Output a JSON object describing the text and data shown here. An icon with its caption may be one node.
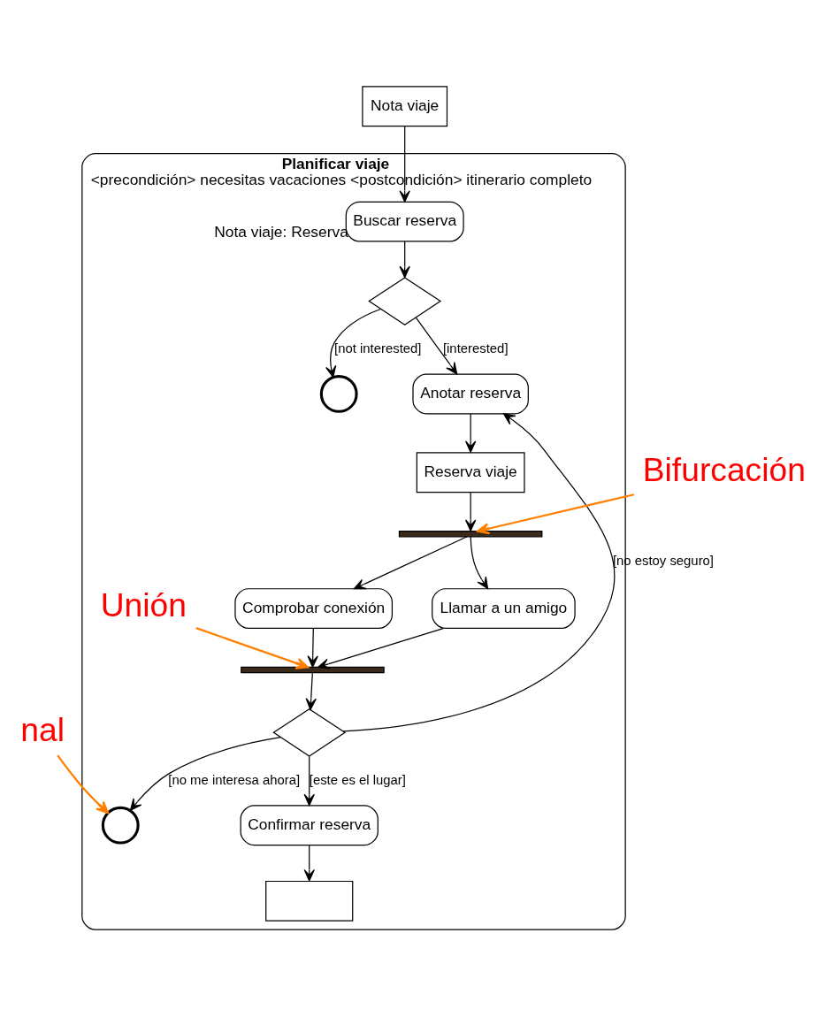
{
  "diagram": {
    "nodes": [
      {
        "text": [
          "Planificar viaje",
          "<precondición> necesitas vacaciones <postcondición> itinerario completo"
        ]
      },
      {
        "text": [
          "Nota viaje"
        ]
      },
      {
        "text": [
          "Buscar reserva"
        ],
        "in": 0,
        "beside": [
          "Nota viaje: Reserva"
        ]
      },
      {
        "text": [],
        "shape": "diamond",
        "in": 0
      },
      {
        "text": [],
        "shape": "circle",
        "in": 0
      },
      {
        "text": [
          "Anotar reserva"
        ],
        "in": 0
      },
      {
        "text": [
          "Reserva viaje"
        ],
        "in": 0
      },
      {
        "text": [],
        "shape": "bar",
        "in": 0
      },
      {
        "text": [
          "Comprobar conexión"
        ],
        "in": 0
      },
      {
        "text": [
          "Llamar a un amigo"
        ],
        "in": 0
      },
      {
        "text": [],
        "shape": "bar",
        "in": 0
      },
      {
        "text": [],
        "shape": "diamond",
        "in": 0
      },
      {
        "text": [],
        "shape": "circle",
        "in": 0
      },
      {
        "text": [
          "Confirmar reserva"
        ],
        "in": 0
      },
      {
        "text": [],
        "shape": "box",
        "in": 0
      },
      {
        "text": [
          "Bifurcación"
        ]
      },
      {
        "text": [
          "Unión"
        ],
        "in": 0
      },
      {
        "text": [
          "nal"
        ]
      }
    ],
    "edges": [
      {
        "from": 1,
        "to": 2,
        "arrow": "to"
      },
      {
        "from": 2,
        "to": 3,
        "arrow": "to"
      },
      {
        "from": 3,
        "to": 4,
        "arrow": "to",
        "label": "[not interested]"
      },
      {
        "from": 3,
        "to": 5,
        "arrow": "to",
        "label": "[interested]"
      },
      {
        "from": 5,
        "to": 6,
        "arrow": "to"
      },
      {
        "from": 6,
        "to": 7,
        "arrow": "to"
      },
      {
        "from": 7,
        "to": 8,
        "arrow": "to"
      },
      {
        "from": 7,
        "to": 9,
        "arrow": "to"
      },
      {
        "from": 8,
        "to": 10,
        "arrow": "to"
      },
      {
        "from": 9,
        "to": 10,
        "arrow": "to"
      },
      {
        "from": 10,
        "to": 11,
        "arrow": "to"
      },
      {
        "from": 11,
        "to": 12,
        "arrow": "to",
        "label": "[no me interesa ahora]"
      },
      {
        "from": 11,
        "to": 5,
        "arrow": "to",
        "label": "[no estoy seguro]"
      },
      {
        "from": 11,
        "to": 13,
        "arrow": "to",
        "label": "[este es el lugar]"
      },
      {
        "from": 13,
        "to": 14,
        "arrow": "to"
      },
      {
        "from": 15,
        "to": 7,
        "arrow": "to",
        "color": "#ff8000"
      },
      {
        "from": 16,
        "to": 10,
        "arrow": "to",
        "color": "#ff8000"
      },
      {
        "from": 17,
        "to": 12,
        "arrow": "to",
        "color": "#ff8000"
      }
    ]
  }
}
